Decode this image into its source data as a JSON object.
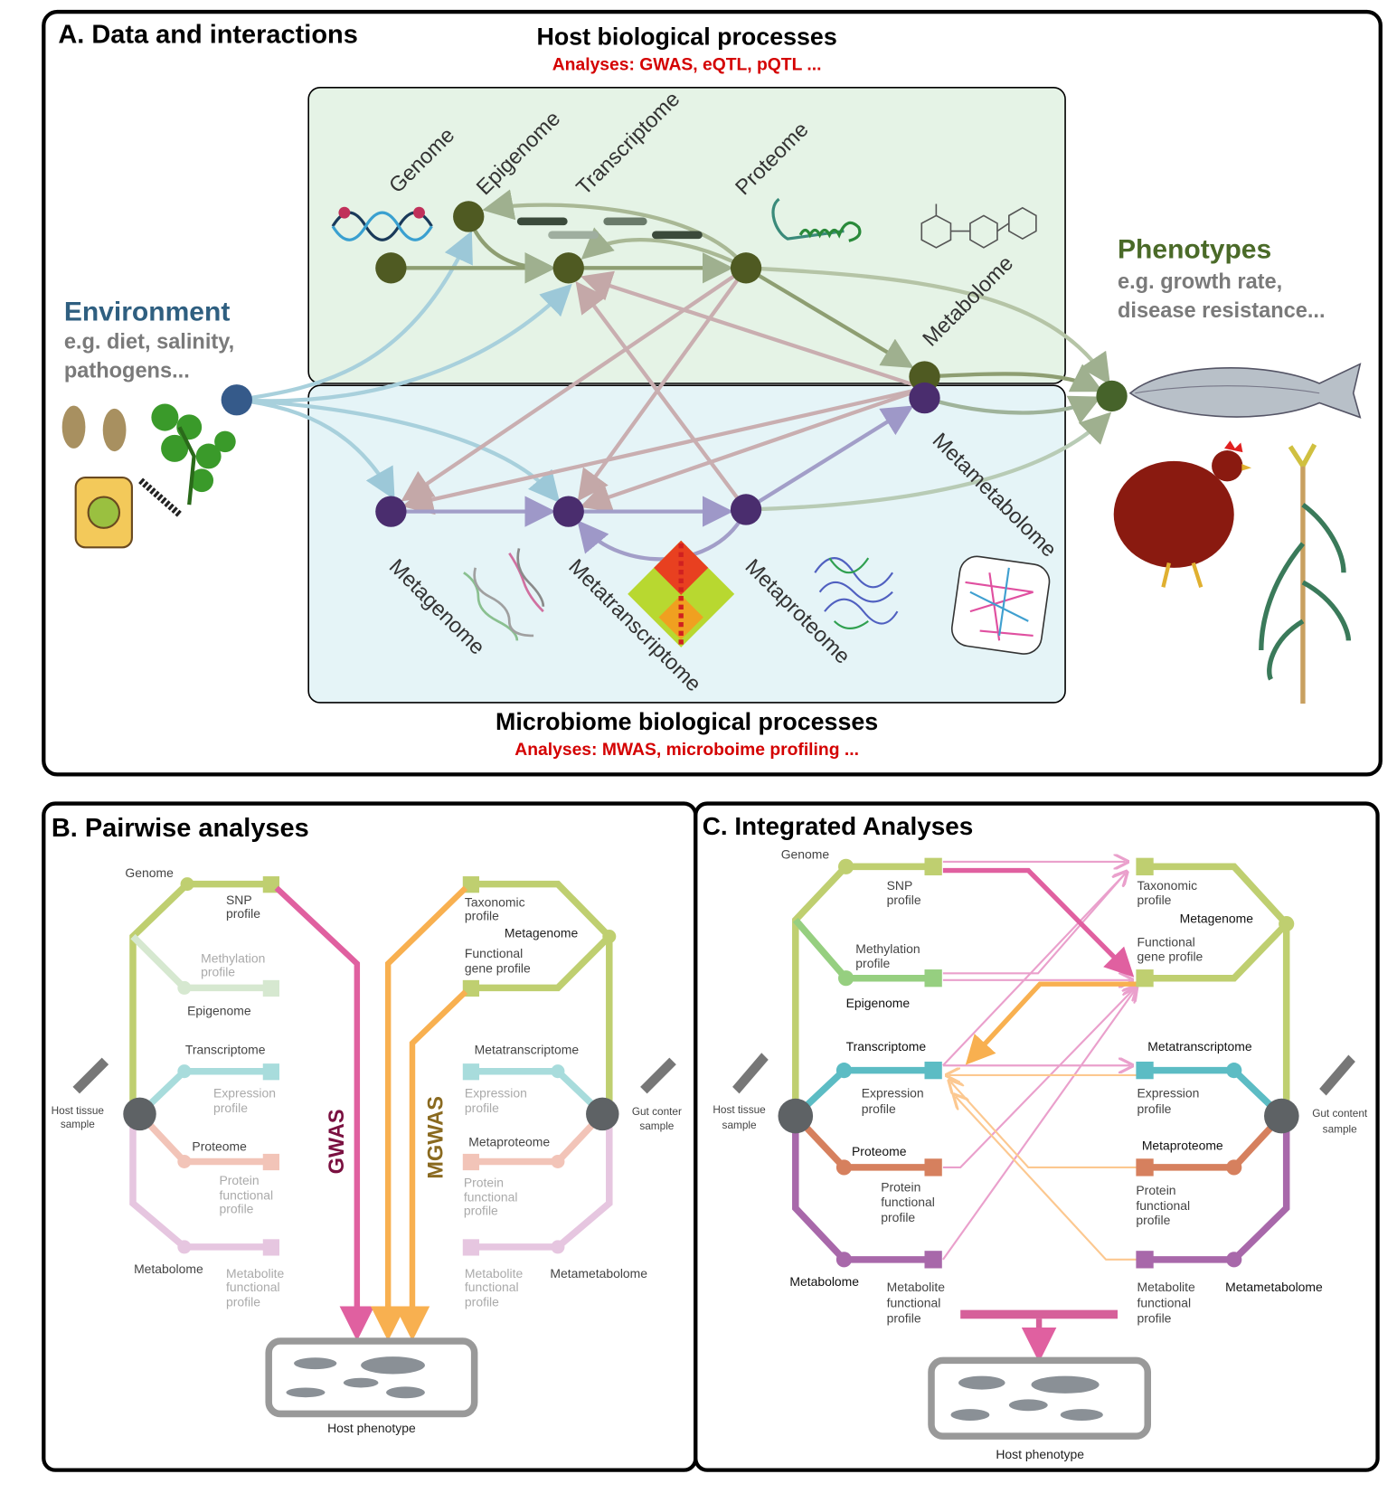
{
  "panel_a": {
    "title": "A. Data and interactions",
    "host_title": "Host biological processes",
    "host_analyses": "Analyses: GWAS, eQTL, pQTL ...",
    "microbe_title": "Microbiome biological processes",
    "microbe_analyses": "Analyses: MWAS, microboime profiling ...",
    "environment": {
      "title": "Environment",
      "line1": "e.g. diet, salinity,",
      "line2": "pathogens..."
    },
    "phenotypes": {
      "title": "Phenotypes",
      "line1": "e.g. growth rate,",
      "line2": "disease resistance..."
    },
    "host_layers": [
      "Genome",
      "Epigenome",
      "Transcriptome",
      "Proteome",
      "Metabolome"
    ],
    "microbe_layers": [
      "Metagenome",
      "Metatranscriptome",
      "Metaproteome",
      "Metametabolome"
    ],
    "colors": {
      "host_node": "#4f5a22",
      "microbe_node": "#4a2d6e",
      "env_node": "#355a8a",
      "pheno_node": "#46632a",
      "host_bg": "#e5f3e6",
      "microbe_bg": "#e5f4f7",
      "red": "#d40000"
    }
  },
  "panel_b": {
    "title": "B. Pairwise analyses",
    "genome": "Genome",
    "snp": [
      "SNP",
      "profile"
    ],
    "methylation": [
      "Methylation",
      "profile"
    ],
    "epigenome": "Epigenome",
    "transcriptome": "Transcriptome",
    "expression": [
      "Expression",
      "profile"
    ],
    "proteome": "Proteome",
    "protein": [
      "Protein",
      "functional",
      "profile"
    ],
    "metabolome": "Metabolome",
    "metabolite": [
      "Metabolite",
      "functional",
      "profile"
    ],
    "host_sample": [
      "Host tissue",
      "sample"
    ],
    "gut_sample": [
      "Gut conter",
      "sample"
    ],
    "taxonomic": [
      "Taxonomic",
      "profile"
    ],
    "metagenome": "Metagenome",
    "functional": [
      "Functional",
      "gene profile"
    ],
    "metatranscriptome": "Metatranscriptome",
    "metaproteome": "Metaproteome",
    "metametabolome": "Metametabolome",
    "gwas": "GWAS",
    "mgwas": "MGWAS",
    "host_phenotype": "Host phenotype"
  },
  "panel_c": {
    "title": "C. Integrated Analyses",
    "genome": "Genome",
    "snp": [
      "SNP",
      "profile"
    ],
    "methylation": [
      "Methylation",
      "profile"
    ],
    "epigenome": "Epigenome",
    "transcriptome": "Transcriptome",
    "expression": [
      "Expression",
      "profile"
    ],
    "proteome": "Proteome",
    "protein": [
      "Protein",
      "functional",
      "profile"
    ],
    "metabolome": "Metabolome",
    "metabolite": [
      "Metabolite",
      "functional",
      "profile"
    ],
    "host_sample": [
      "Host tissue",
      "sample"
    ],
    "gut_sample": [
      "Gut content",
      "sample"
    ],
    "taxonomic": [
      "Taxonomic",
      "profile"
    ],
    "metagenome": "Metagenome",
    "functional": [
      "Functional",
      "gene profile"
    ],
    "metatranscriptome": "Metatranscriptome",
    "metaproteome": "Metaproteome",
    "metametabolome": "Metametabolome",
    "host_phenotype": "Host phenotype"
  }
}
